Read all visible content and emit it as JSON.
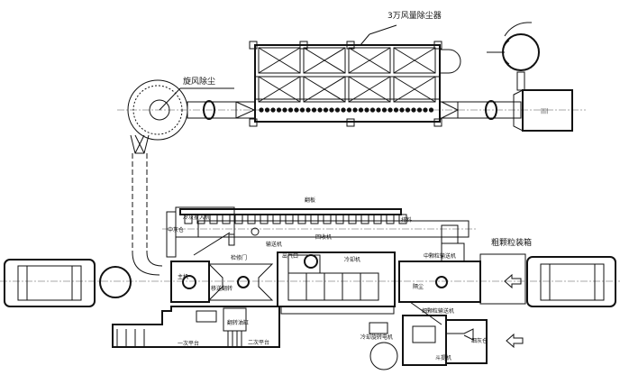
{
  "labels": {
    "dust_collector": "3万风量除尘器",
    "cyclone": "旋风除尘",
    "cold_ash_feeder": "冷灰投入机",
    "medium_ash_bin": "中灰仓",
    "flap": "翻板",
    "return_machine": "回收机",
    "discharge": "排料",
    "transfer_machine": "输送机",
    "service_door": "检修门",
    "air_outlet": "出气口",
    "cooler": "冷却机",
    "medium_particle_conveyor": "中颗粒输送机",
    "coarse_particle_boxing": "粗颗粒装箱",
    "main_unit": "主机",
    "transfer_flip": "移送翻转",
    "flip_cylinder": "翻转油缸",
    "platform_1": "一次平台",
    "platform_2": "二次平台",
    "cooling_motor": "冷却旋转电机",
    "fine_particle_conveyor": "细颗粒输送机",
    "dust_isolation": "隔尘",
    "bucket_elevator": "斗提机",
    "fine_ash_bin": "细灰仓"
  }
}
